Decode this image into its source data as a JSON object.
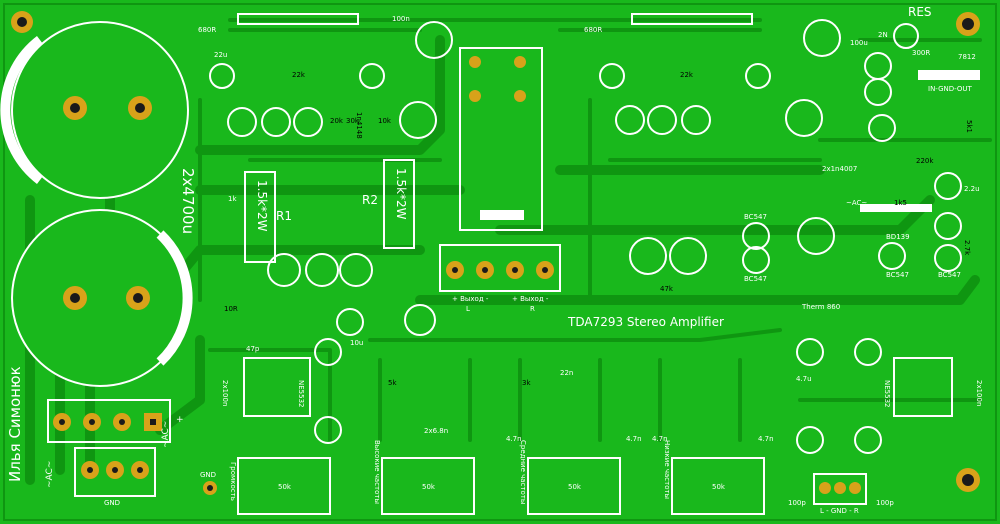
{
  "title": "TDA7293 Stereo Amplifier",
  "author": "Илья Симонюк",
  "main_cap_label": "2x4700u",
  "labels": {
    "res": "RES",
    "r1": "R1",
    "r2": "R2",
    "r_power_1": "1.5k*2W",
    "r_power_2": "1.5k*2W",
    "r680_l": "680R",
    "r680_r": "680R",
    "r22k_l": "22k",
    "r22k_r": "22k",
    "r1k": "1k",
    "r47k": "47k",
    "r220k": "220k",
    "reg": "7812",
    "reg_pins": "IN-GND-OUT",
    "r300": "300R",
    "led": "2N",
    "bc547_a": "BC547",
    "bc547_b": "BC547",
    "bc547_c": "BC547",
    "bc547_d": "BC547",
    "bd139": "BD139",
    "therm": "Therm 860",
    "diode": "2x1n4007",
    "ac_small": "~AC~",
    "ne_l": "NE5532",
    "ne_r": "NE5532",
    "out_l": "+ Выход -",
    "out_l_sub": "L",
    "out_r": "+ Выход -",
    "out_r_sub": "R",
    "pot": "50k",
    "gnd_bottom": "GND",
    "gnd_mid": "GND",
    "volume": "Громкость",
    "treble": "Высокие частоты",
    "mid": "Средние частоты",
    "bass": "Низкие частоты",
    "lgndr": "L - GND - R",
    "ac_left": "~AC~",
    "ac_right": "~AC~",
    "plus": "+",
    "c100p_l": "100p",
    "c100p_r": "100p",
    "c68n": "2x6.8n",
    "c47n_a": "4.7n",
    "c47n_b": "4.7n",
    "c47n_c": "4.7n",
    "c47n_d": "4.7n",
    "c47p": "47p",
    "c100n": "100n",
    "c100u": "100u",
    "c10u": "10u",
    "c22u": "22u",
    "c22n": "22n",
    "c2_2u": "2.2u",
    "c47u": "4.7u",
    "c2x100n_l": "2x100n",
    "c2x100n_r": "2x100n",
    "r20k": "20k",
    "r30k": "30k",
    "r10k": "10k",
    "r1n4148": "1n4148",
    "r5k": "5k",
    "r3k": "3k",
    "r10r": "10R",
    "r1k5": "1k5",
    "r2_7": "2.7k",
    "r5k1": "5k1"
  },
  "colors": {
    "board": "#19b81c",
    "trace": "#0f9611",
    "pad": "#d8a21a",
    "silk": "#ffffff",
    "hole": "#1a1a1a"
  }
}
